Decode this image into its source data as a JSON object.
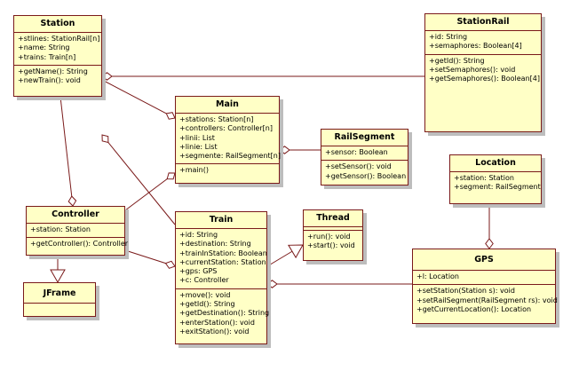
{
  "classes": {
    "station": {
      "name": "Station",
      "attributes": [
        "+stlines: StationRail[n]",
        "+name: String",
        "+trains: Train[n]"
      ],
      "operations": [
        "+getName(): String",
        "+newTrain(): void"
      ]
    },
    "stationrail": {
      "name": "StationRail",
      "attributes": [
        "+id: String",
        "+semaphores: Boolean[4]"
      ],
      "operations": [
        "+getId(): String",
        "+setSemaphores(): void",
        "+getSemaphores(): Boolean[4]"
      ]
    },
    "main": {
      "name": "Main",
      "attributes": [
        "+stations: Station[n]",
        "+controllers: Controller[n]",
        "+linii: List",
        "+linie: List",
        "+segmente: RailSegment[n]"
      ],
      "operations": [
        "+main()"
      ]
    },
    "railsegment": {
      "name": "RailSegment",
      "attributes": [
        "+sensor: Boolean"
      ],
      "operations": [
        "+setSensor(): void",
        "+getSensor(): Boolean"
      ]
    },
    "location": {
      "name": "Location",
      "attributes": [
        "+station: Station",
        "+segment: RailSegment"
      ],
      "operations": []
    },
    "controller": {
      "name": "Controller",
      "attributes": [
        "+station: Station"
      ],
      "operations": [
        "+getController(): Controller"
      ]
    },
    "train": {
      "name": "Train",
      "attributes": [
        "+id: String",
        "+destination: String",
        "+trainInStation: Boolean",
        "+currentStation: Station",
        "+gps: GPS",
        "+c: Controller"
      ],
      "operations": [
        "+move(): void",
        "+getId(): String",
        "+getDestination(): String",
        "+enterStation(): void",
        "+exitStation(): void"
      ]
    },
    "thread": {
      "name": "Thread",
      "attributes": [],
      "operations": [
        "+run(): void",
        "+start(): void"
      ]
    },
    "gps": {
      "name": "GPS",
      "attributes": [
        "+l: Location"
      ],
      "operations": [
        "+setStation(Station s): void",
        "+setRailSegment(RailSegment rs): void",
        "+getCurrentLocation(): Location"
      ]
    },
    "jframe": {
      "name": "JFrame",
      "attributes": [],
      "operations": []
    }
  },
  "colors": {
    "fill": "#ffffc6",
    "border": "#7a1a1a",
    "line": "#7a1a1a",
    "shadow": "#bdbdbd"
  }
}
